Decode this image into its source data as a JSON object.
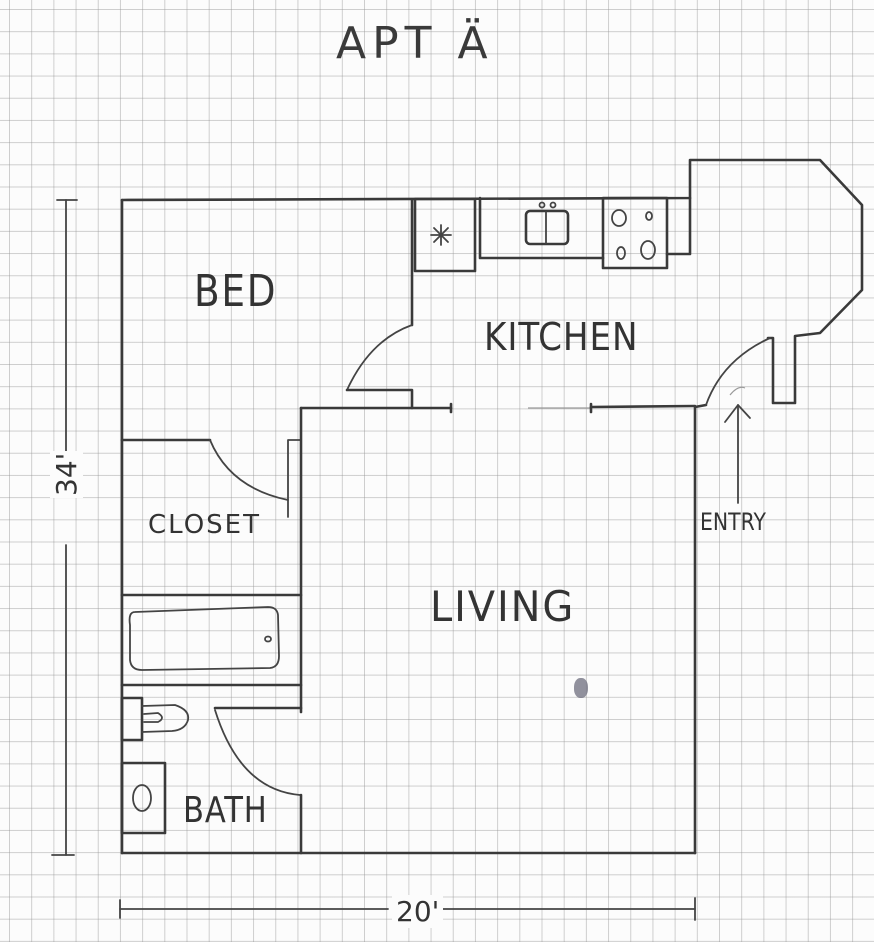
{
  "title": "APT Ä",
  "rooms": {
    "bed": "BED",
    "kitchen": "KITCHEN",
    "closet": "CLOSET",
    "living": "LIVING",
    "bath": "BATH",
    "entry": "ENTRY"
  },
  "dimensions": {
    "height": "34'",
    "width": "20'"
  },
  "fixtures": [
    "refrigerator-icon",
    "sink-icon",
    "stove-icon",
    "bathtub-icon",
    "toilet-icon",
    "bathroom-sink-icon"
  ],
  "colors": {
    "ink": "#3a3a3a",
    "paper": "#fcfcfc",
    "grid": "#969696"
  }
}
